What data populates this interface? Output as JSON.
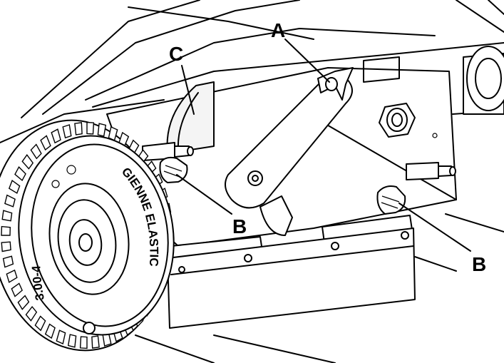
{
  "callouts": {
    "a": "A",
    "b1": "B",
    "b2": "B",
    "c": "C"
  },
  "tire": {
    "brand": "GIENNE ELASTIC",
    "size": "3.00-4"
  }
}
